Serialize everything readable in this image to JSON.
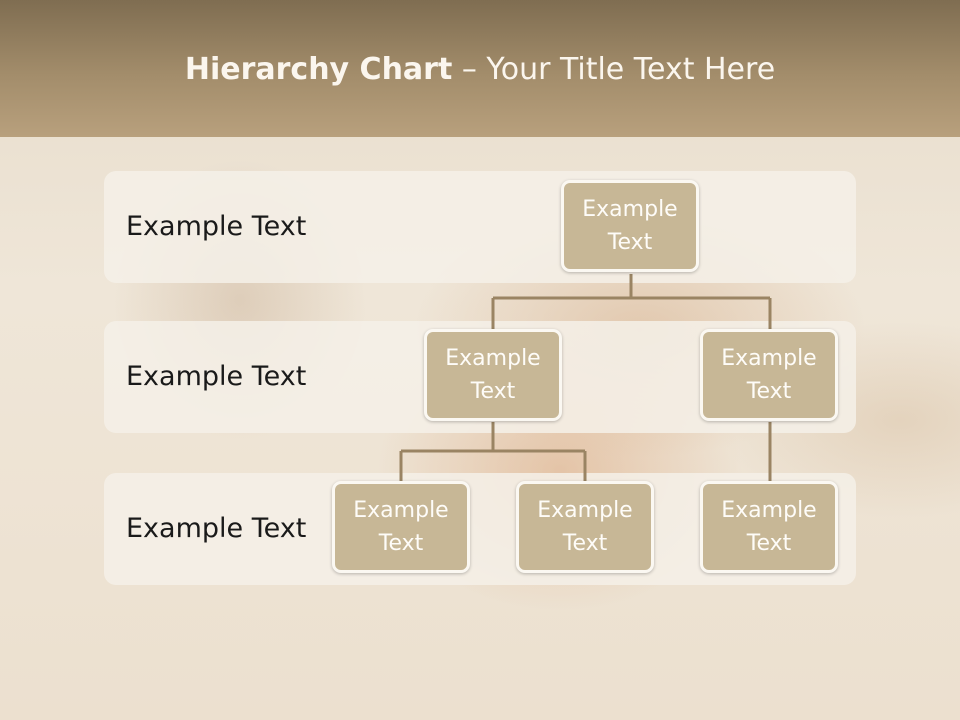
{
  "title": {
    "bold": "Hierarchy Chart",
    "rest": " – Your Title Text Here"
  },
  "levels": [
    {
      "label": "Example Text"
    },
    {
      "label": "Example Text"
    },
    {
      "label": "Example Text"
    }
  ],
  "nodes": {
    "root": "Example Text",
    "left": "Example Text",
    "right": "Example Text",
    "left_child_1": "Example Text",
    "left_child_2": "Example Text",
    "right_child_1": "Example Text"
  },
  "colors": {
    "title_band": "#9e8866",
    "node_fill": "#c7b796",
    "node_border": "#fbf8f2",
    "connector": "#9a8463",
    "band_fill": "#f4f0e8"
  }
}
